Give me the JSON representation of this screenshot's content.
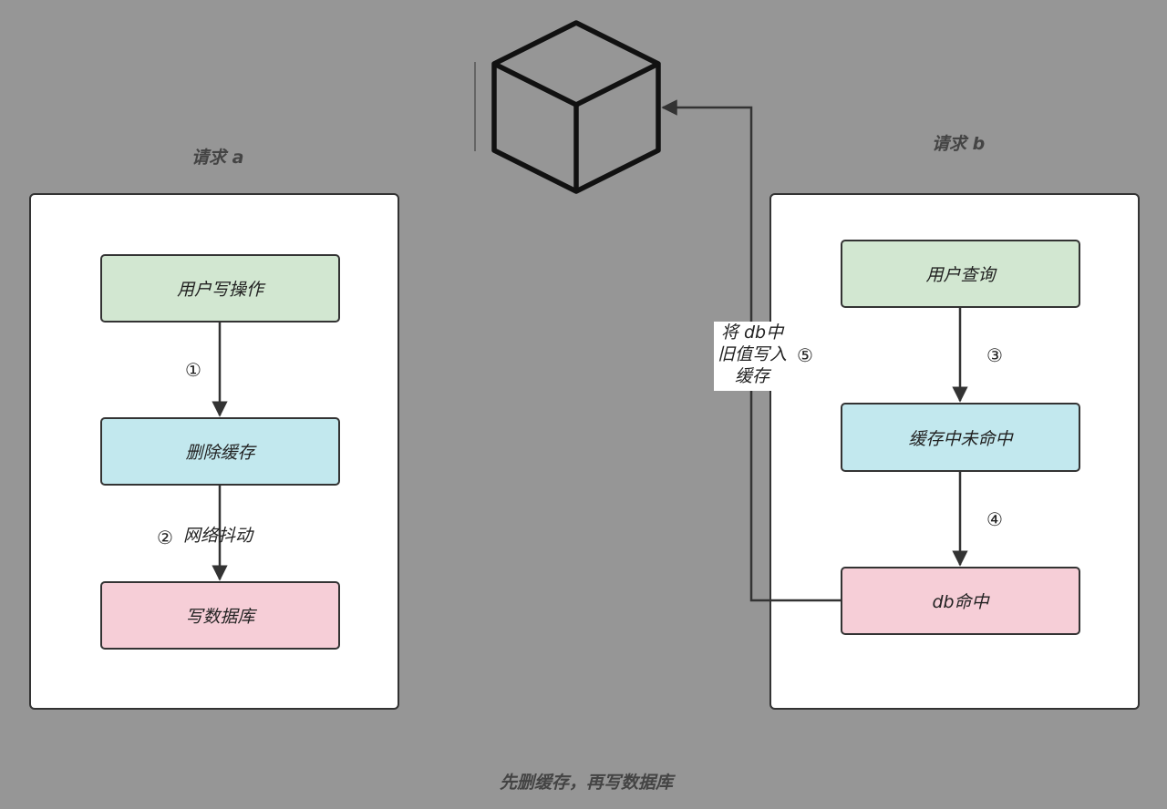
{
  "request_a": {
    "title": "请求 a",
    "nodes": [
      "用户写操作",
      "删除缓存",
      "写数据库"
    ],
    "step_1": "①",
    "step_2": "②",
    "step_2_label": "网络抖动"
  },
  "request_b": {
    "title": "请求 b",
    "nodes": [
      "用户查询",
      "缓存中未命中",
      "db命中"
    ],
    "step_3": "③",
    "step_4": "④"
  },
  "write_back": {
    "lines": [
      "将 db中",
      "旧值写入",
      "缓存"
    ],
    "step_5": "⑤"
  },
  "cache_icon": "cube-icon",
  "caption": "先删缓存，再写数据库",
  "colors": {
    "background": "#969696",
    "user_action": "#d2e7d1",
    "cache": "#c2e8ee",
    "database": "#f6ced7",
    "stroke": "#333333"
  }
}
